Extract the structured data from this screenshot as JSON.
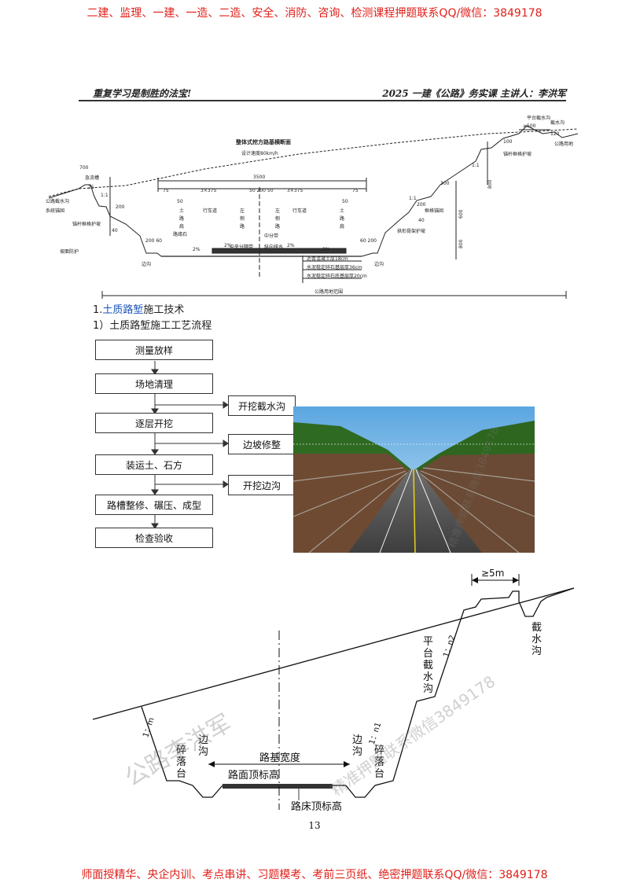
{
  "banner": {
    "top": "二建、监理、一建、一造、二造、安全、消防、咨询、检测课程押题联系QQ/微信：3849178",
    "bottom": "师面授精华、央企内训、考点串讲、习题模考、考前三页纸、绝密押题联系QQ/微信：3849178"
  },
  "header": {
    "left": "重复学习是制胜的法宝!",
    "right": "2025 一建《公路》务实课 主讲人：李洪军"
  },
  "top_diagram": {
    "title": "整体式挖方路基横断面",
    "subtitle": "设计速度80km/h",
    "dims": {
      "d700": "700",
      "d3500": "3500",
      "lane_left": "3×375",
      "lane_right": "3×375",
      "median": "50 200 50",
      "d75a": "75",
      "d75b": "75",
      "d25": "25",
      "d300": "300",
      "d200": "200",
      "d200b": "200",
      "d40": "40",
      "d40b": "40",
      "d200_60": "200 60",
      "d60_200": "60 200",
      "d600": "600",
      "d800": "800",
      "d800b": "800",
      "d500": "≥500",
      "d100": "100",
      "d120": "120",
      "d50a": "50",
      "d50b": "50",
      "slope1": "1:1",
      "slope2": "1:1",
      "slope3": "1:1",
      "pct1": "2%",
      "pct2": "2%",
      "pct3": "2%",
      "pct4": "2%"
    },
    "labels": {
      "ditch_left": "公路截水沟",
      "platform_left": "急流槽",
      "protect_left": "系统锚固",
      "protect_left2": "锚杆框格护坡",
      "drain_left": "坡面防护",
      "side_left": "边沟",
      "curb_left": "路缘石",
      "lane_left": "行车道",
      "lane_right": "行车道",
      "shoulder_l1": "土",
      "shoulder_l2": "路",
      "shoulder_l3": "肩",
      "median_l1": "左",
      "median_l2": "侧",
      "median_l3": "路",
      "median_r1": "左",
      "median_r2": "侧",
      "median_r3": "路",
      "shoulder_r1": "土",
      "shoulder_r2": "路",
      "shoulder_r3": "肩",
      "center_mark": "中分带",
      "drain_mid": "中央分隔带",
      "drain_mid2": "纵向排水",
      "layer1": "沥青混凝土厚18cm",
      "layer2": "水泥稳定碎石基层厚36cm",
      "layer3": "水泥稳定碎石底基层厚20cm",
      "right_protect": "拱形骨架护坡",
      "right_protect2": "框格锚固",
      "right_protect3": "锚杆框格护坡",
      "right_ditch": "截水沟",
      "right_ditch2": "公路用地",
      "right_platform": "平台截水沟",
      "side_right": "边沟",
      "bottom_line": "公路用地范围"
    }
  },
  "section": {
    "number": "1.",
    "title_highlight": "土质路堑",
    "title_rest": "施工技术",
    "sub": "1）土质路堑施工工艺流程"
  },
  "flow": {
    "steps": [
      "测量放样",
      "场地清理",
      "逐层开挖",
      "装运土、石方",
      "路槽整修、碾压、成型",
      "检查验收"
    ],
    "side_steps": [
      "开挖截水沟",
      "边坡修整",
      "开挖边沟"
    ]
  },
  "bottom_diagram": {
    "dim_5m": "≥5m",
    "jieshui_gou": "截水沟",
    "pingtai": "平台截水沟",
    "slope_n2": "1：n2",
    "slope_n1": "1：n1",
    "slope_m": "1：m",
    "suiluotai_left": "碎落台",
    "biangou_left": "边沟",
    "width": "路基宽度",
    "biangou_right": "边沟",
    "suiluotai_right": "碎落台",
    "road_top": "路面顶标高",
    "bed_top": "路床顶标高"
  },
  "watermarks": {
    "w1": "精准押题联系微信3849178",
    "w2": "公路李洪军",
    "w3": "精准押题联系微信3849178"
  },
  "page_number": "13"
}
